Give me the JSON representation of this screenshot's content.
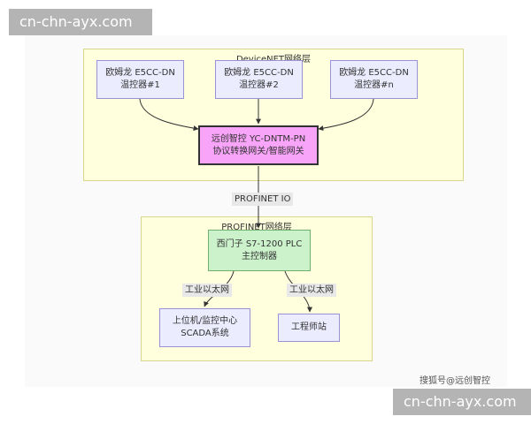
{
  "watermark": {
    "top": "cn-chn-ayx.com",
    "bottom": "cn-chn-ayx.com"
  },
  "devicenet_layer": {
    "title": "DeviceNET网络层",
    "controllers": [
      {
        "line1": "欧姆龙 E5CC-DN",
        "line2": "温控器#1"
      },
      {
        "line1": "欧姆龙 E5CC-DN",
        "line2": "温控器#2"
      },
      {
        "line1": "欧姆龙 E5CC-DN",
        "line2": "温控器#n"
      }
    ],
    "gateway": {
      "line1": "远创智控 YC-DNTM-PN",
      "line2": "协议转换网关/智能网关"
    }
  },
  "link_label": "PROFINET IO",
  "profinet_layer": {
    "title": "PROFINET网络层",
    "plc": {
      "line1": "西门子 S7-1200 PLC",
      "line2": "主控制器"
    },
    "edge_labels": [
      "工业以太网",
      "工业以太网"
    ],
    "scada": {
      "line1": "上位机/监控中心",
      "line2": "SCADA系统"
    },
    "engineer": {
      "line1": "工程师站"
    }
  },
  "credit": "搜狐号@远创智控",
  "colors": {
    "group_fill": "#ffffde",
    "node_fill": "#ececff",
    "gateway_fill": "#f8a4f8",
    "plc_fill": "#ccf2cc"
  }
}
